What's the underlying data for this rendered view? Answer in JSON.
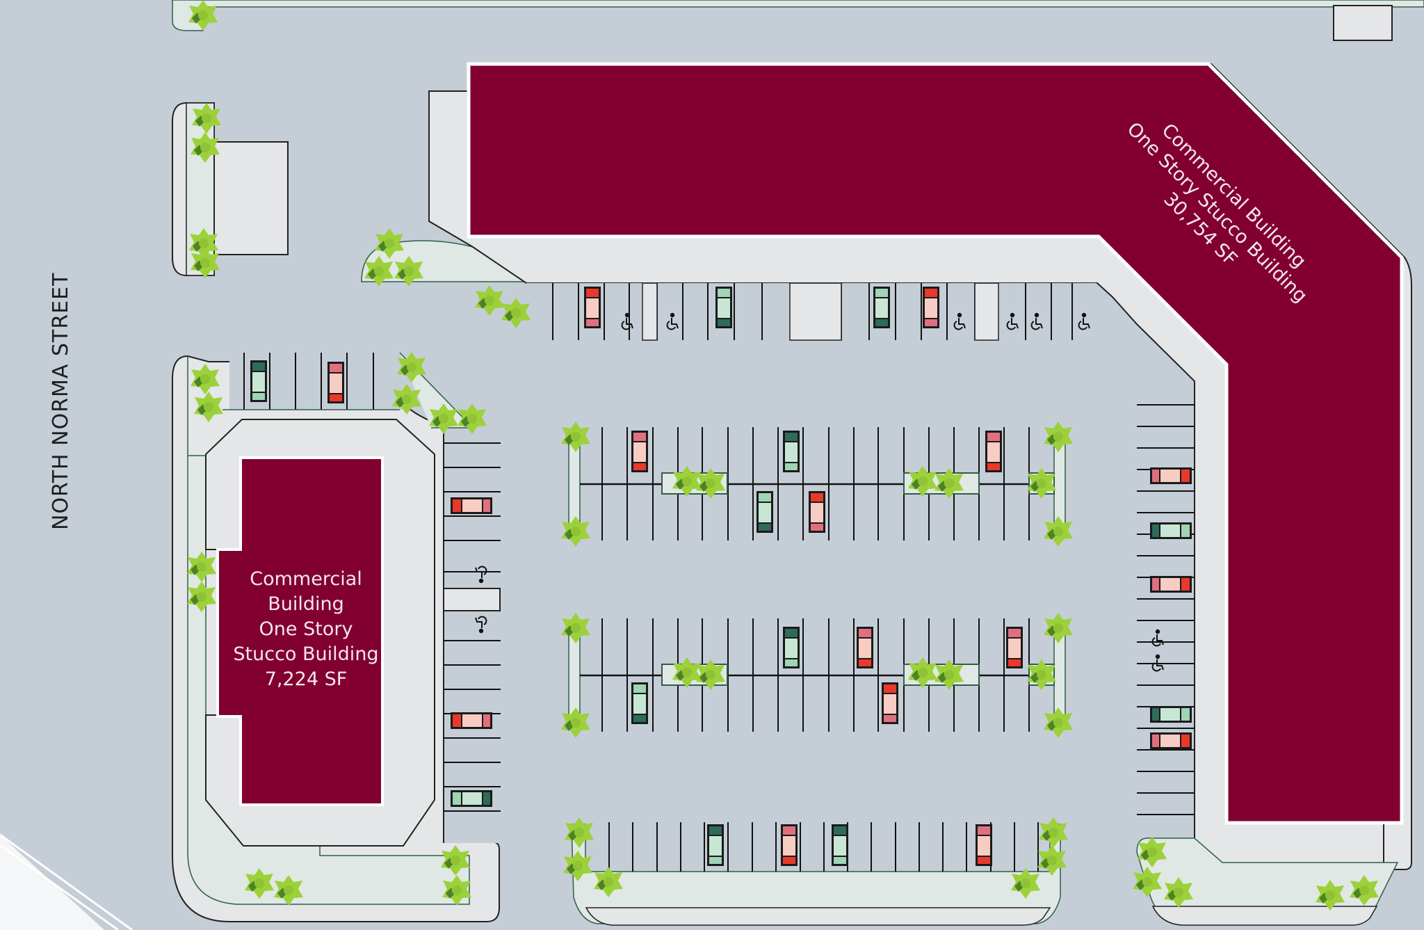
{
  "site_plan": {
    "street_label": "NORTH NORMA STREET",
    "buildings": [
      {
        "id": "building-large",
        "lines": [
          "Commercial Building",
          "One Story Stucco Building",
          "30,754 SF"
        ],
        "area_sf": "30,754 SF"
      },
      {
        "id": "building-small",
        "lines": [
          "Commercial",
          "Building",
          "One Story",
          "Stucco Building",
          "7,224 SF"
        ],
        "area_sf": "7,224 SF"
      }
    ],
    "colors": {
      "pavement": "#c5ced6",
      "sidewalk": "#e4e6e8",
      "landscape": "#dfe8e4",
      "building": "#81002f",
      "building_text": "#f4e6ec",
      "tree": "#9cd13a",
      "car_red_body": "#f7cdc3",
      "car_red_end": "#e8392c",
      "car_green_body": "#c8e6d4",
      "car_green_end": "#2f6b5a"
    },
    "icons": [
      "accessible-parking-icon",
      "tree-icon",
      "car-icon"
    ]
  }
}
